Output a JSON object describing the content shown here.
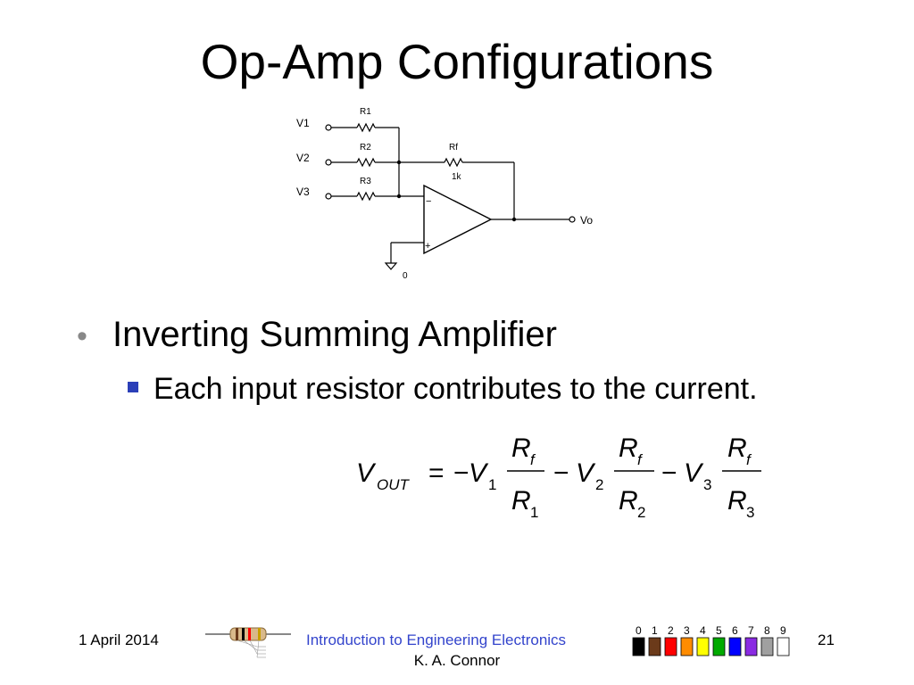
{
  "slide": {
    "title": "Op-Amp Configurations",
    "bullet_level1": "Inverting Summing Amplifier",
    "bullet_level2": "Each input resistor contributes to the current."
  },
  "circuit": {
    "inputs": [
      "V1",
      "V2",
      "V3"
    ],
    "input_resistors": [
      "R1",
      "R2",
      "R3"
    ],
    "feedback_resistor": "Rf",
    "feedback_value": "1k",
    "output_label": "Vo",
    "ground_label": "0",
    "minus_sign": "−",
    "plus_sign": "+"
  },
  "equation": {
    "lhs": "V",
    "lhs_sub": "OUT",
    "equals": "=",
    "minus": "−",
    "terms": [
      {
        "v": "V",
        "v_sub": "1",
        "num": "R",
        "num_sub": "f",
        "den": "R",
        "den_sub": "1"
      },
      {
        "v": "V",
        "v_sub": "2",
        "num": "R",
        "num_sub": "f",
        "den": "R",
        "den_sub": "2"
      },
      {
        "v": "V",
        "v_sub": "3",
        "num": "R",
        "num_sub": "f",
        "den": "R",
        "den_sub": "3"
      }
    ]
  },
  "footer": {
    "date": "1 April 2014",
    "course": "Introduction to Engineering Electronics",
    "author": "K. A. Connor",
    "page": "21",
    "color_code_digits": [
      "0",
      "1",
      "2",
      "3",
      "4",
      "5",
      "6",
      "7",
      "8",
      "9"
    ],
    "color_code_colors": [
      "#000000",
      "#6b3a1a",
      "#ff0000",
      "#ff8c00",
      "#ffff00",
      "#00aa00",
      "#0000ff",
      "#8a2be2",
      "#a0a0a0",
      "#ffffff"
    ]
  },
  "colors": {
    "accent": "#3344cc",
    "bullet_square": "#2b3fb8",
    "bullet_dot": "#888888"
  }
}
